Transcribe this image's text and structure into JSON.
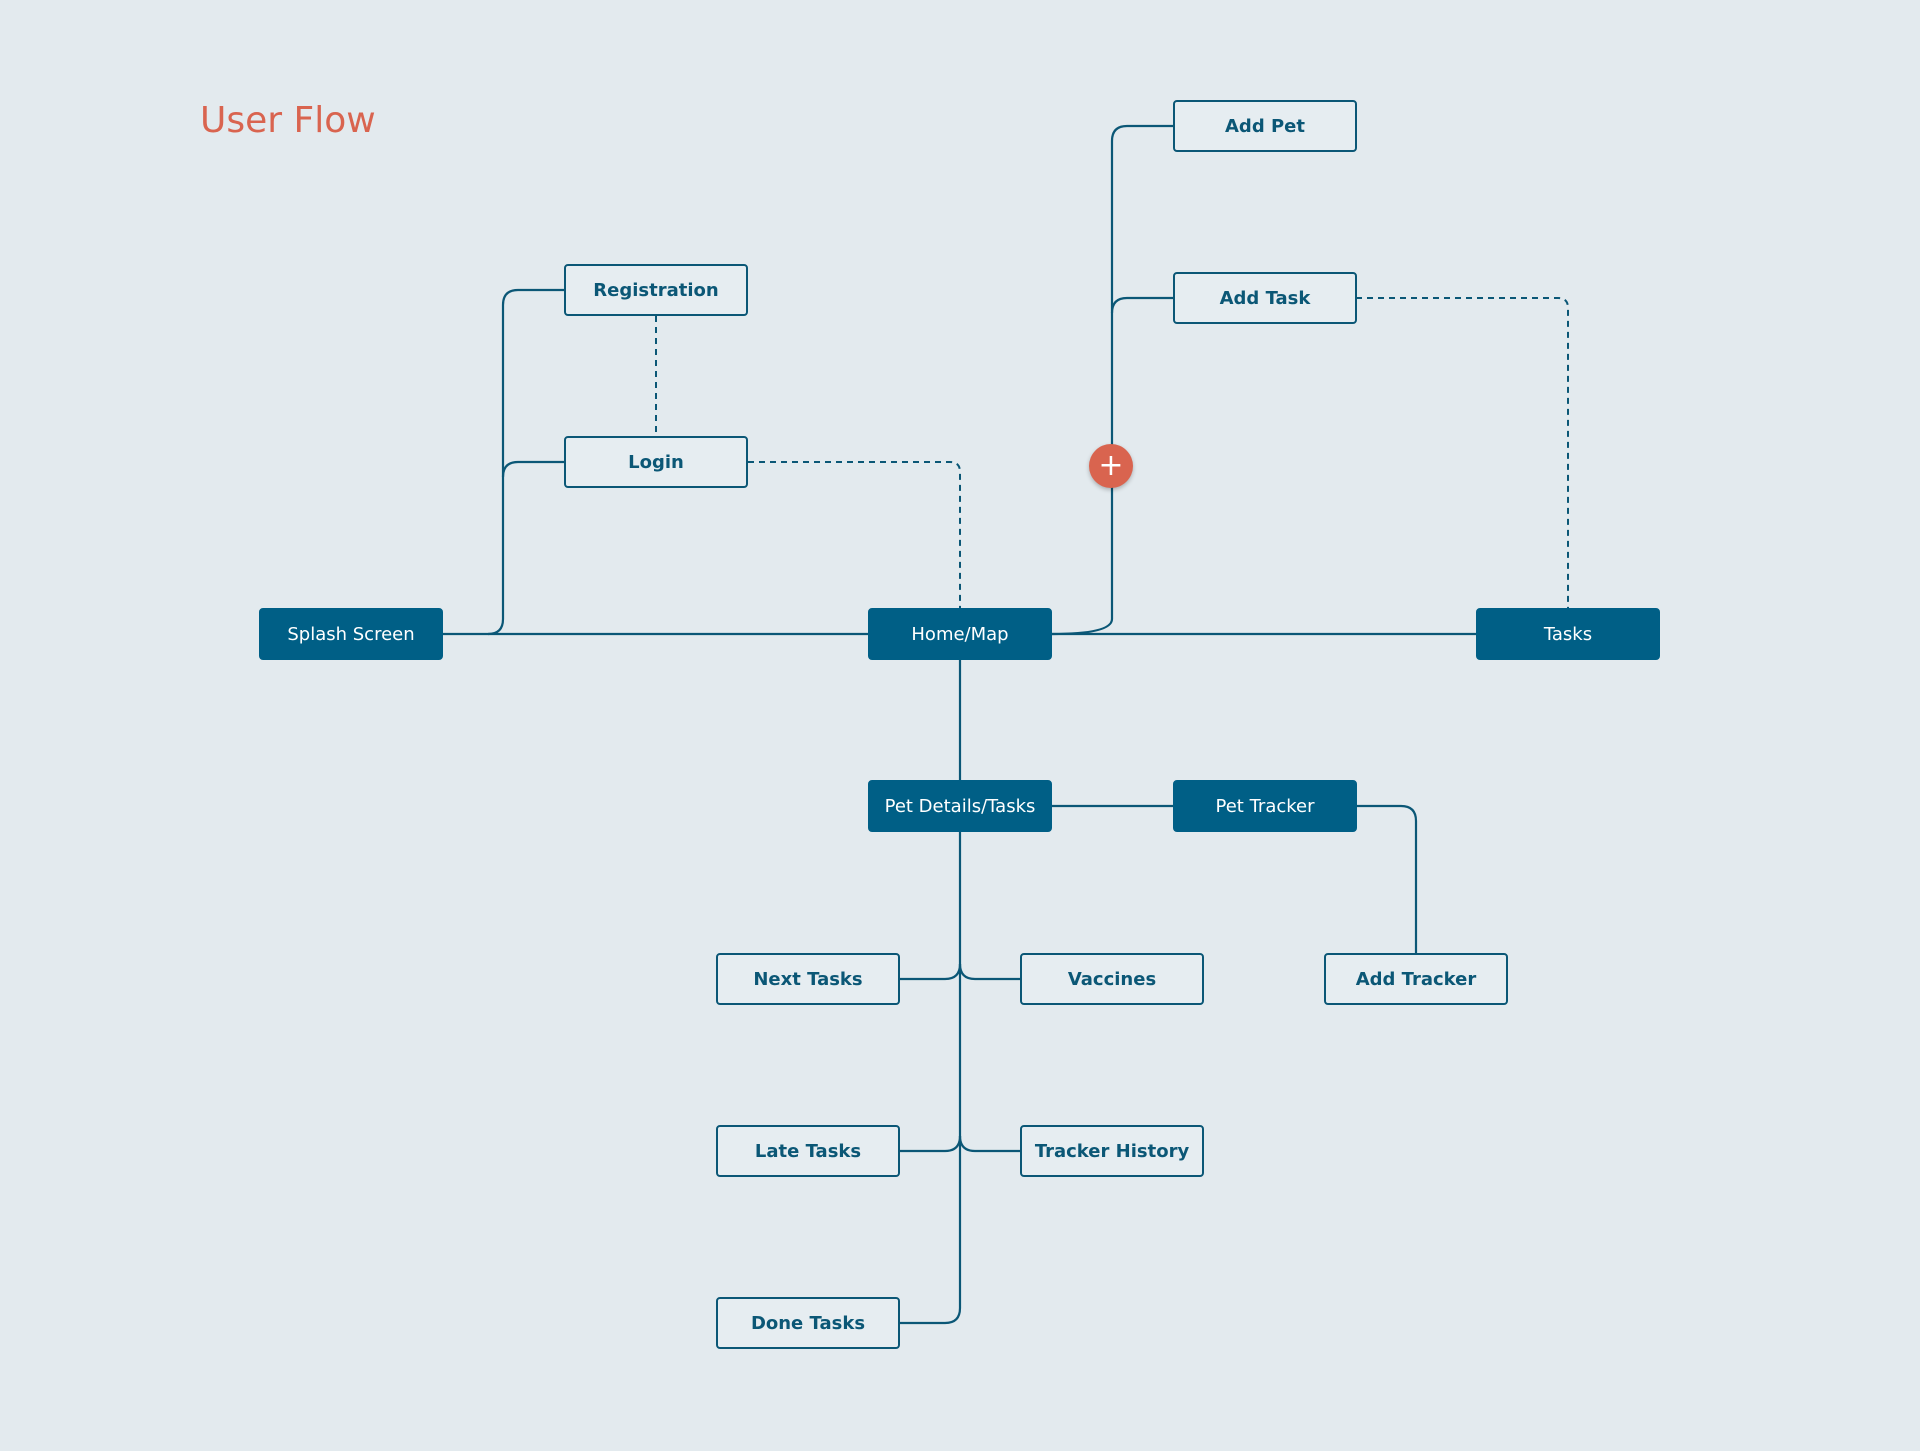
{
  "title": "User Flow",
  "colors": {
    "background": "#e3eaee",
    "primary": "#005f86",
    "accent": "#d9644f"
  },
  "nodes": {
    "splash": "Splash Screen",
    "registration": "Registration",
    "login": "Login",
    "home": "Home/Map",
    "add_pet": "Add Pet",
    "add_task": "Add Task",
    "tasks": "Tasks",
    "pet_details": "Pet Details/Tasks",
    "pet_tracker": "Pet Tracker",
    "next_tasks": "Next Tasks",
    "vaccines": "Vaccines",
    "add_tracker": "Add Tracker",
    "late_tasks": "Late Tasks",
    "tracker_history": "Tracker History",
    "done_tasks": "Done Tasks"
  },
  "add_button": {
    "icon": "plus-icon",
    "glyph": "+"
  }
}
